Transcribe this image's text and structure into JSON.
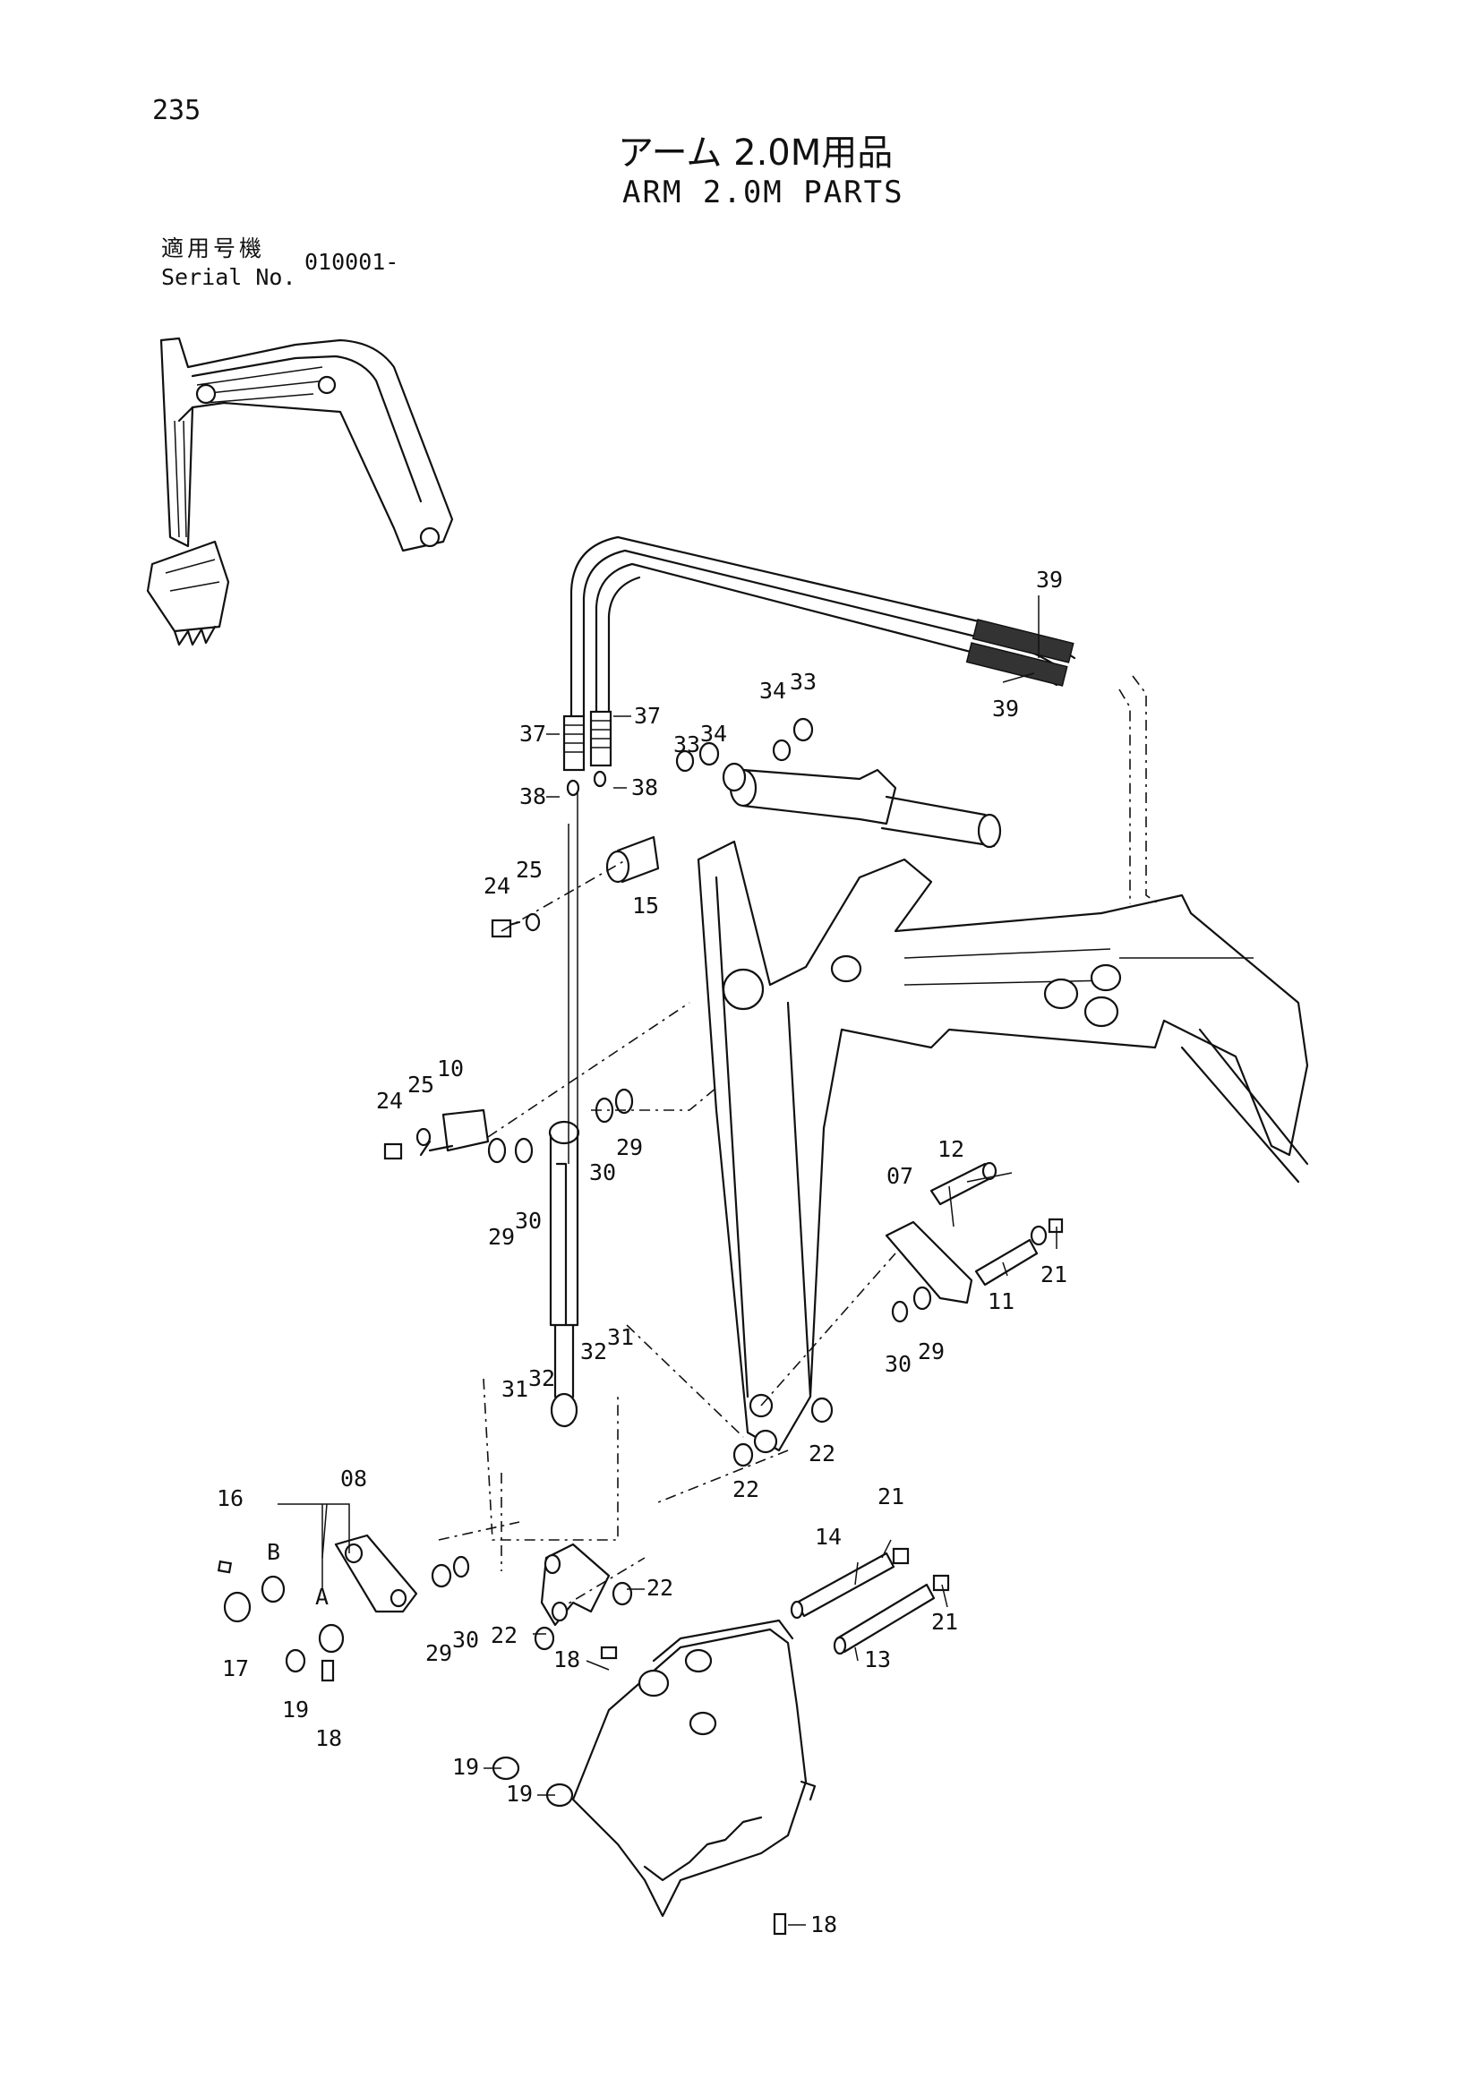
{
  "header": {
    "page_number": "235",
    "title_jp": "アーム 2.0M用品",
    "title_en": "ARM 2.0M PARTS",
    "serial_label_jp": "適用号機",
    "serial_label_en": "Serial No.",
    "serial_value": "010001-"
  },
  "callouts": {
    "c39a": "39",
    "c39b": "39",
    "c37a": "37",
    "c37b": "37",
    "c38a": "38",
    "c38b": "38",
    "c34a": "34",
    "c33a": "33",
    "c33b": "33",
    "c34b": "34",
    "c24a": "24",
    "c25a": "25",
    "c15": "15",
    "c24b": "24",
    "c25b": "25",
    "c10": "10",
    "c29a": "29",
    "c30a": "30",
    "c29b": "29",
    "c30b": "30",
    "c12": "12",
    "c07": "07",
    "c21a": "21",
    "c11": "11",
    "c30c": "30",
    "c29c": "29",
    "c31a": "31",
    "c32a": "32",
    "c32b": "32",
    "c31b": "31",
    "c22a": "22",
    "c22b": "22",
    "c16": "16",
    "c08": "08",
    "cB": "B",
    "cA": "A",
    "c17": "17",
    "c19a": "19",
    "c18a": "18",
    "c29d": "29",
    "c30d": "30",
    "c21b": "21",
    "c14": "14",
    "c22c": "22",
    "c21c": "21",
    "c13": "13",
    "c22d": "22",
    "c18b": "18",
    "c19b": "19",
    "c19c": "19",
    "c18c": "18"
  }
}
